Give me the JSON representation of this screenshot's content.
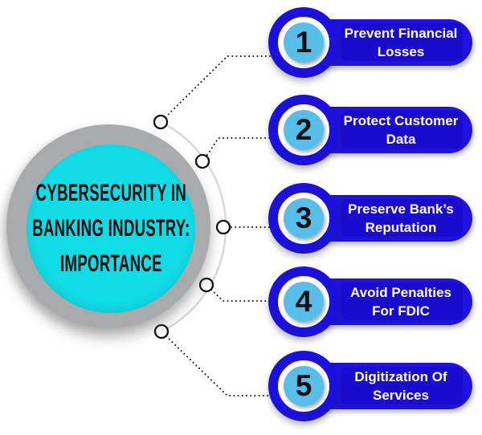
{
  "main_circle": {
    "title_line1": "CYBERSECURITY IN",
    "title_line2": "BANKING INDUSTRY:",
    "title_line3": "IMPORTANCE"
  },
  "items": [
    {
      "number": "1",
      "label_line1": "Prevent Financial",
      "label_line2": "Losses"
    },
    {
      "number": "2",
      "label_line1": "Protect Customer",
      "label_line2": "Data"
    },
    {
      "number": "3",
      "label_line1": "Preserve Bank’s",
      "label_line2": "Reputation"
    },
    {
      "number": "4",
      "label_line1": "Avoid Penalties",
      "label_line2": "For FDIC"
    },
    {
      "number": "5",
      "label_line1": "Digitization Of",
      "label_line2": "Services"
    }
  ],
  "colors": {
    "pill_blue": "#2012de",
    "pill_inner_blue": "#1a0ccf",
    "ring_blue": "#1c10dd",
    "number_circle_blue": "#56bee9",
    "main_circle_cyan": "#10dce6",
    "main_ring_gray": "#a8aaac",
    "arc_gray": "#d8d8d8",
    "dot_black": "#1a1a1a"
  }
}
